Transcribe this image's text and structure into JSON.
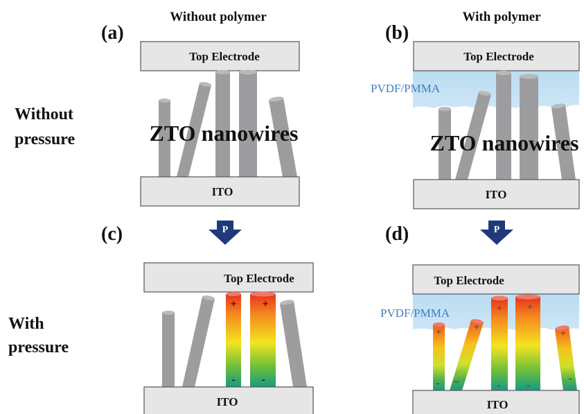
{
  "column_titles": {
    "left": "Without polymer",
    "right": "With polymer"
  },
  "row_labels": {
    "top_line1": "Without",
    "top_line2": "pressure",
    "bottom_line1": "With",
    "bottom_line2": "pressure"
  },
  "panels": {
    "a": {
      "label": "(a)",
      "top_electrode": "Top Electrode",
      "bottom_electrode": "ITO",
      "nanowires_label": "ZTO nanowires"
    },
    "b": {
      "label": "(b)",
      "top_electrode": "Top Electrode",
      "bottom_electrode": "ITO",
      "polymer_label": "PVDF/PMMA",
      "nanowires_label": "ZTO nanowires"
    },
    "c": {
      "label": "(c)",
      "top_electrode": "Top Electrode",
      "bottom_electrode": "ITO",
      "plus": "+",
      "minus": "-"
    },
    "d": {
      "label": "(d)",
      "top_electrode": "Top Electrode",
      "bottom_electrode": "ITO",
      "polymer_label": "PVDF/PMMA",
      "plus": "+",
      "minus": "-",
      "minus_alt": "~"
    }
  },
  "pressure_arrow_label": "P",
  "colors": {
    "electrode_fill": "#e6e6e6",
    "electrode_stroke": "#555555",
    "nanowire": "#9d9d9f",
    "nanowire_top": "#b9b9bb",
    "polymer": "#b9dcf2",
    "polymer_text": "#3d7fc1",
    "arrow": "#1f3a7a",
    "gradient_top": "#e8331c",
    "gradient_mid": "#f7e01e",
    "gradient_bottom": "#1e9b6e",
    "charge_sign": "#2a3a5a"
  }
}
